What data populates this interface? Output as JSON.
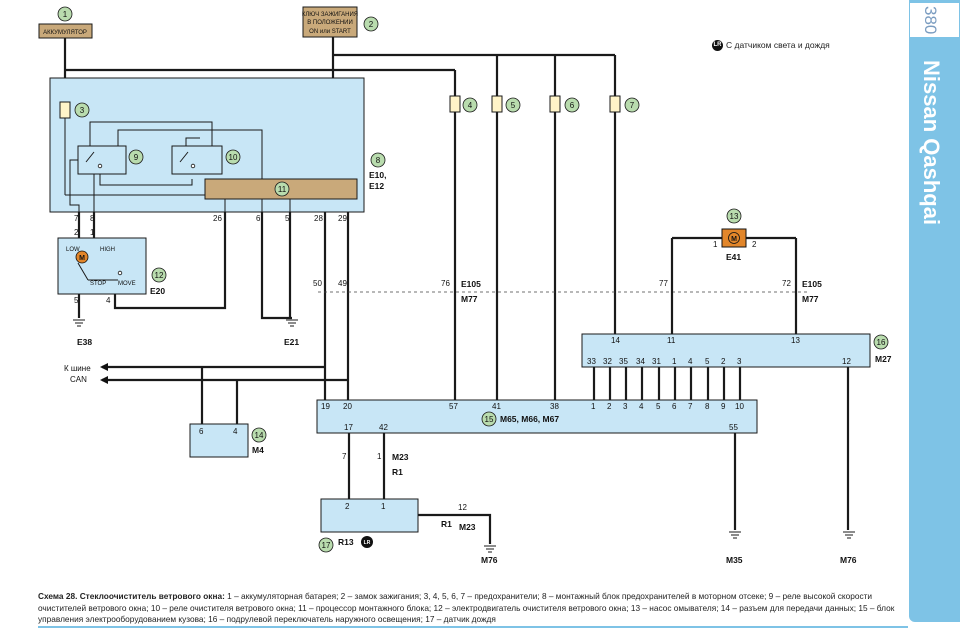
{
  "page_number": "380",
  "brand": "Nissan Qashqai",
  "legend": {
    "badge": "LR",
    "text": "С датчиком света и дождя"
  },
  "labels": {
    "battery": "АККУМУЛЯТОР",
    "ignition_line1": "КЛЮЧ ЗАЖИГАНИЯ",
    "ignition_line2": "В ПОЛОЖЕНИИ",
    "ignition_line3": "ON или START",
    "e10": "E10,",
    "e12": "E12",
    "e20": "E20",
    "e38": "E38",
    "e21": "E21",
    "e105a": "E105",
    "m77a": "M77",
    "e105b": "E105",
    "m77b": "M77",
    "e41": "E41",
    "m27": "M27",
    "m4": "M4",
    "m23a": "M23",
    "r1a": "R1",
    "r1b": "R1",
    "m23b": "M23",
    "r13": "R13",
    "m76a": "M76",
    "m35": "M35",
    "m76b": "M76",
    "can1": "К шине",
    "can2": "CAN",
    "low": "LOW",
    "high": "HIGH",
    "stop": "STOP",
    "move": "MOVE",
    "m": "M",
    "block15": "M65, M66, M67"
  },
  "callouts": [
    "1",
    "2",
    "3",
    "4",
    "5",
    "6",
    "7",
    "8",
    "9",
    "10",
    "11",
    "12",
    "13",
    "14",
    "15",
    "16",
    "17"
  ],
  "pins": {
    "p7": "7",
    "p8": "8",
    "p26": "26",
    "p6": "6",
    "p5": "5",
    "p28": "28",
    "p29": "29",
    "e20_2": "2",
    "e20_1": "1",
    "e20_5": "5",
    "e20_4": "4",
    "c50": "50",
    "c49": "49",
    "c76": "76",
    "c77": "77",
    "c72": "72",
    "p14": "14",
    "p11": "11",
    "p13": "13",
    "p12": "12",
    "pump1": "1",
    "pump2": "2",
    "m27pins": [
      "33",
      "32",
      "35",
      "34",
      "31",
      "1",
      "4",
      "5",
      "2",
      "3"
    ],
    "b19": "19",
    "b20": "20",
    "b57": "57",
    "b41": "41",
    "b38": "38",
    "bpins": [
      "1",
      "2",
      "3",
      "4",
      "5",
      "6",
      "7",
      "8",
      "9",
      "10"
    ],
    "b17": "17",
    "b42": "42",
    "b55": "55",
    "m4_6": "6",
    "m4_4": "4",
    "r_7": "7",
    "r_1": "1",
    "r13_2": "2",
    "r13_1": "1",
    "r_12": "12"
  },
  "caption": {
    "title": "Схема 28. Стеклоочиститель ветрового окна:",
    "text": " 1 – аккумуляторная батарея; 2 – замок зажигания; 3, 4, 5, 6, 7 – предохранители; 8 – монтажный блок предохранителей в моторном отсеке; 9 – реле высокой скорости очистителей ветрового окна; 10 – реле очистителя ветрового окна; 11 – процессор монтажного блока; 12 – электродвигатель очистителя ветрового окна; 13 – насос омывателя; 14 – разъем для передачи данных; 15 – блок управления электрооборудованием кузова; 16 – подрулевой переключатель наружного освещения; 17 – датчик дождя"
  },
  "colors": {
    "wire": "#1a1a1a",
    "block_fill": "#c8e6f6",
    "tan": "#c9a97a",
    "callout_fill": "#b9dcae",
    "motor": "#e2862a",
    "sidebar": "#7ec3e6"
  }
}
